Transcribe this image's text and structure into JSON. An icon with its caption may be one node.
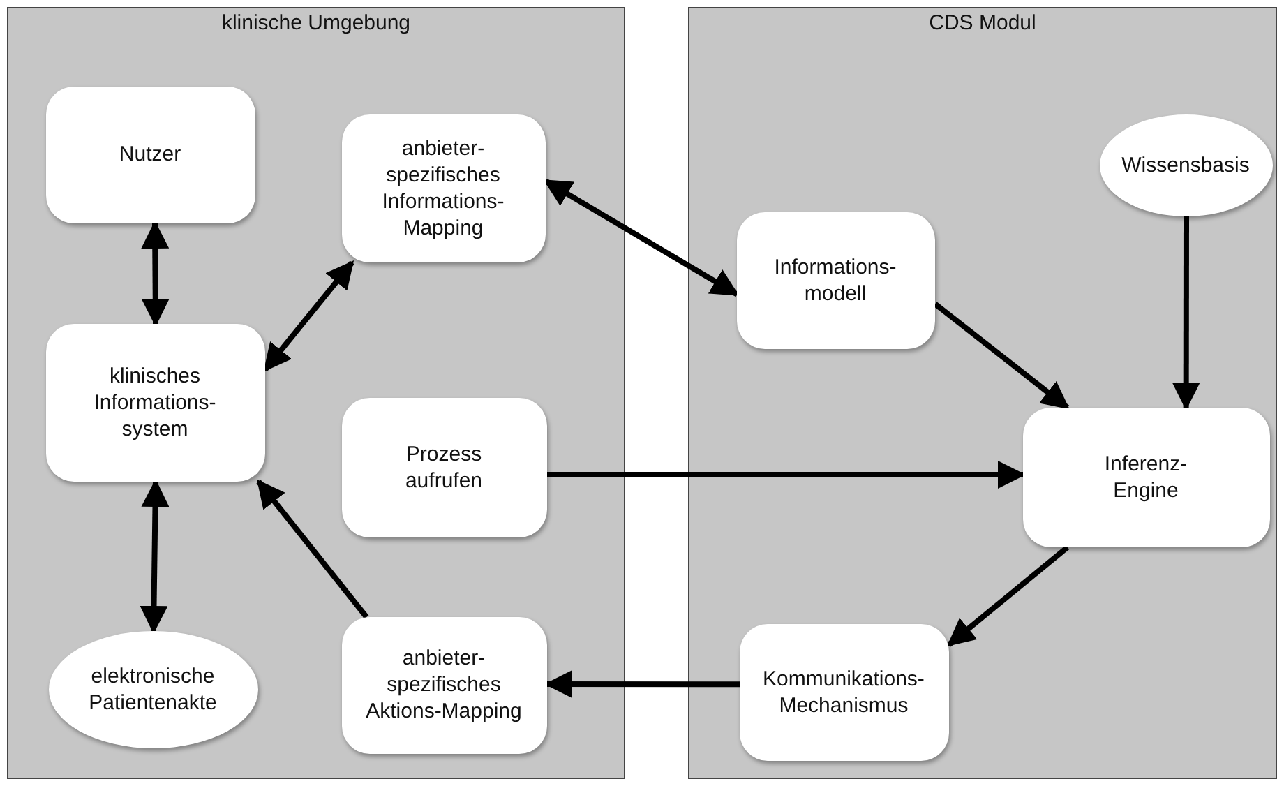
{
  "diagram": {
    "nodes": [
      {
        "text": [
          "klinische Umgebung"
        ]
      },
      {
        "text": [
          "CDS Modul"
        ]
      },
      {
        "text": [
          "Nutzer"
        ],
        "in": 0
      },
      {
        "text": [
          "anbieter-spezifisches Informations-Mapping"
        ],
        "in": 0
      },
      {
        "text": [
          "klinisches Informations-system"
        ],
        "in": 0
      },
      {
        "text": [
          "Prozess aufrufen"
        ],
        "in": 0
      },
      {
        "text": [
          "elektronische Patientenakte"
        ],
        "in": 0
      },
      {
        "text": [
          "anbieter-spezifisches Aktions-Mapping"
        ],
        "in": 0
      },
      {
        "text": [
          "Wissensbasis"
        ],
        "in": 1
      },
      {
        "text": [
          "Informations-modell"
        ],
        "in": 1
      },
      {
        "text": [
          "Inferenz-Engine"
        ],
        "in": 1
      },
      {
        "text": [
          "Kommunikations-Mechanismus"
        ],
        "in": 1
      }
    ],
    "edges": [
      {
        "from": 2,
        "to": 4,
        "arrow": "both"
      },
      {
        "from": 4,
        "to": 3,
        "arrow": "both"
      },
      {
        "from": 3,
        "to": 9,
        "arrow": "both"
      },
      {
        "from": 9,
        "to": 10,
        "arrow": "to"
      },
      {
        "from": 8,
        "to": 10,
        "arrow": "to"
      },
      {
        "from": 5,
        "to": 10,
        "arrow": "to"
      },
      {
        "from": 10,
        "to": 11,
        "arrow": "to"
      },
      {
        "from": 11,
        "to": 7,
        "arrow": "to"
      },
      {
        "from": 7,
        "to": 4,
        "arrow": "to"
      },
      {
        "from": 4,
        "to": 6,
        "arrow": "both"
      }
    ]
  }
}
